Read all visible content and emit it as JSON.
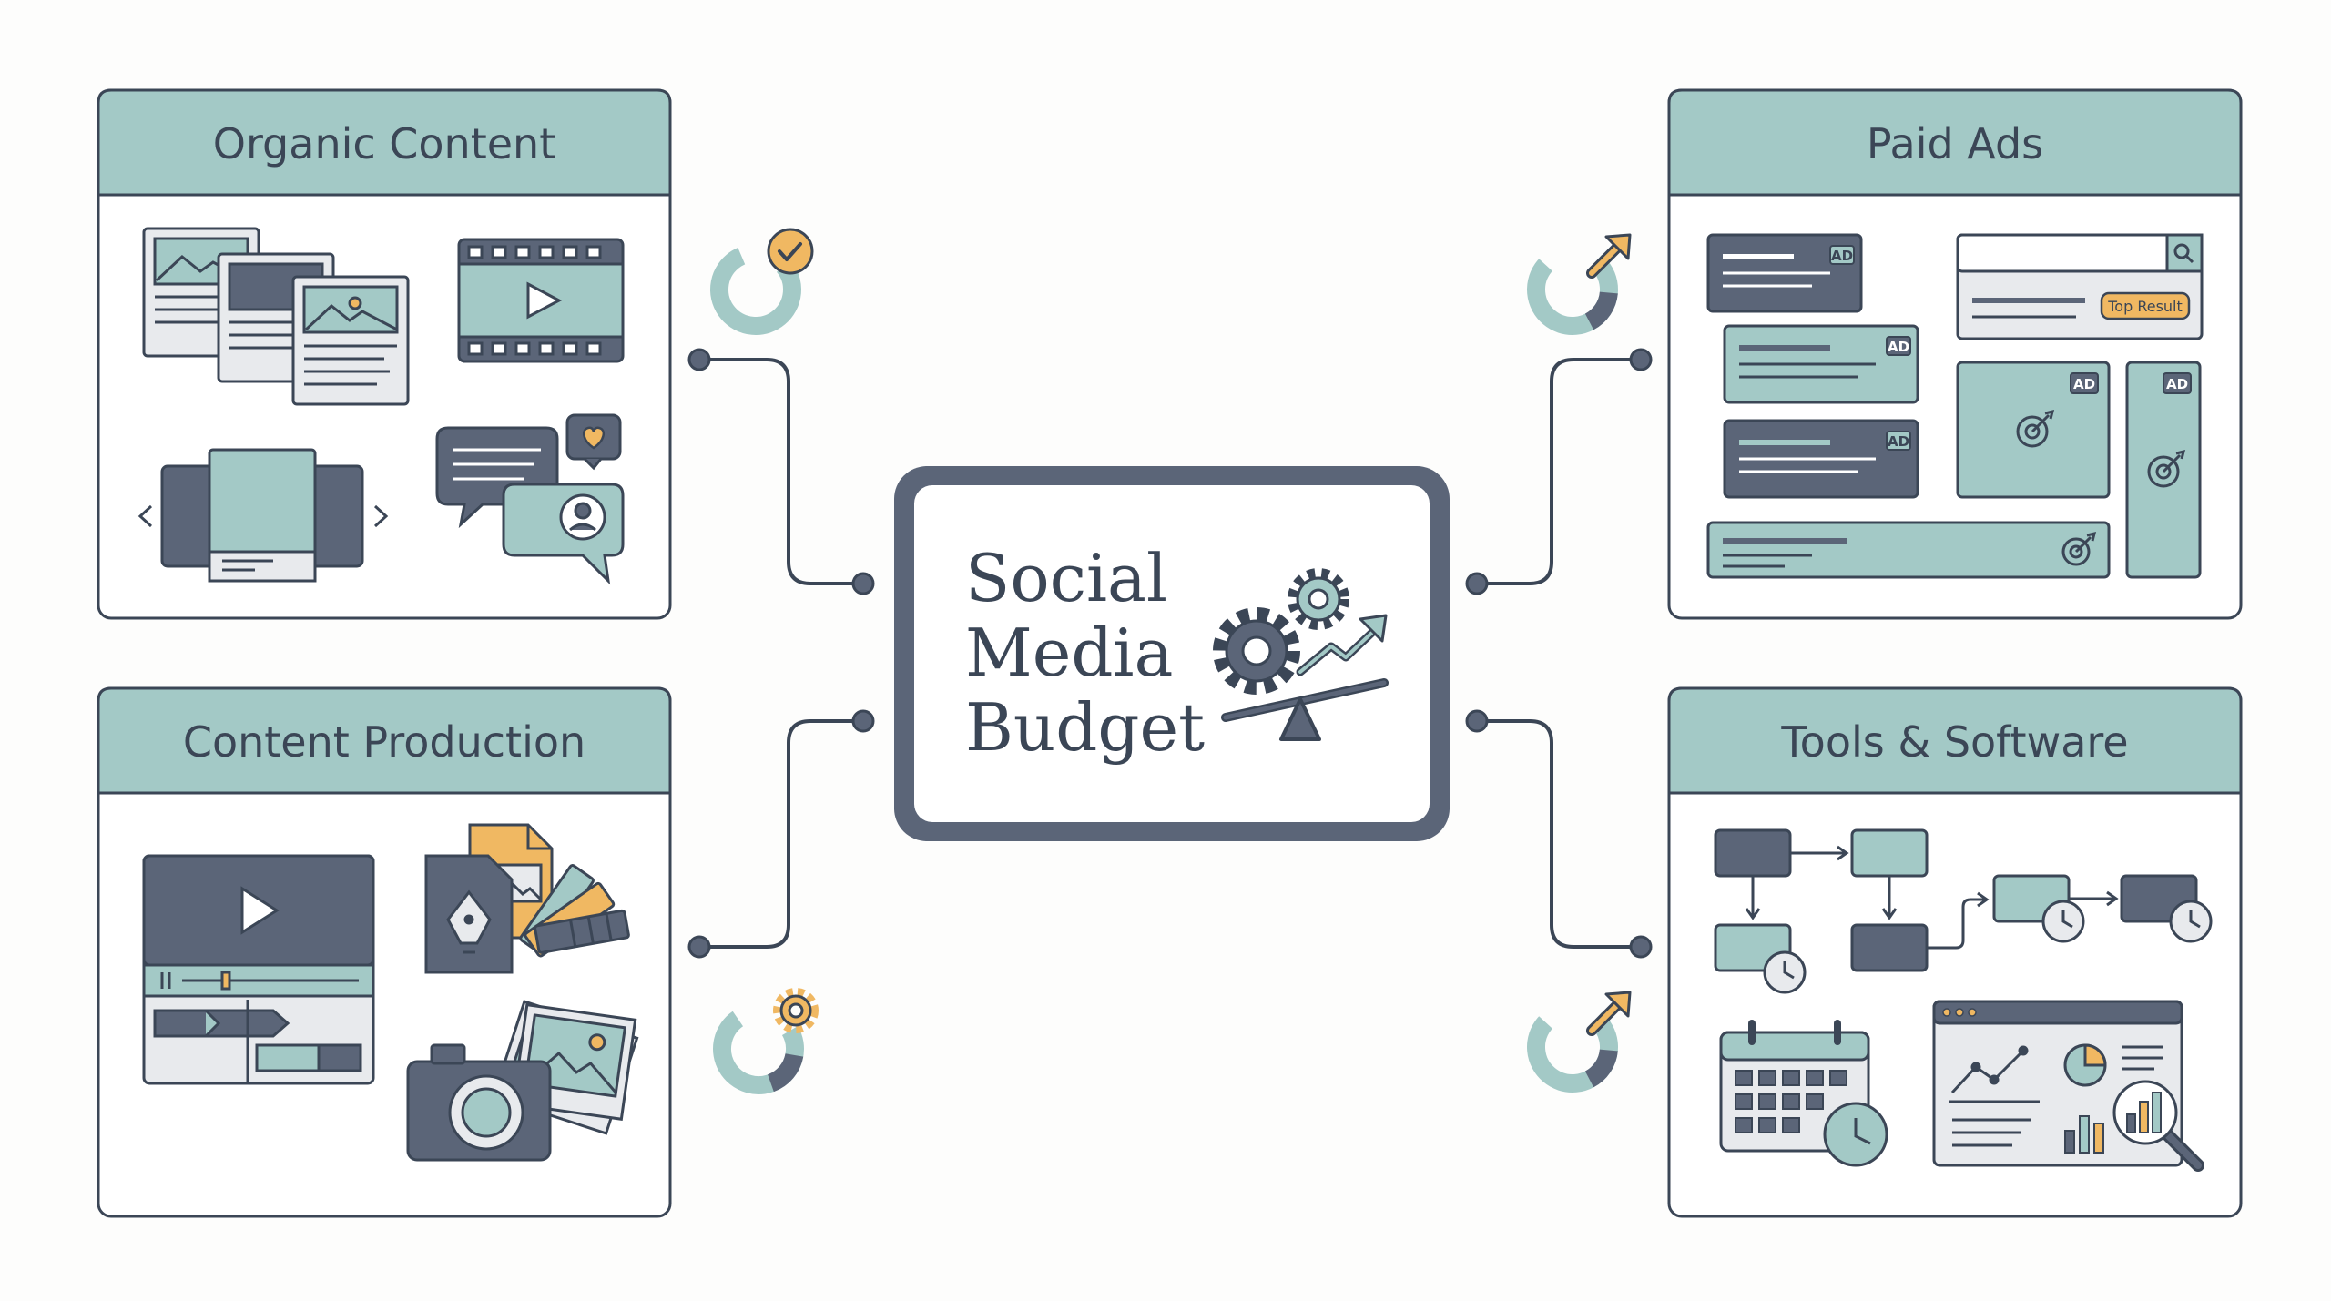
{
  "center": {
    "title_lines": [
      "Social",
      "Media",
      "Budget"
    ]
  },
  "panels": {
    "organic": {
      "title": "Organic Content"
    },
    "paid": {
      "title": "Paid Ads"
    },
    "production": {
      "title": "Content Production"
    },
    "tools": {
      "title": "Tools & Software"
    }
  },
  "paid_ads": {
    "ad_badge": "AD",
    "top_result_badge": "Top Result"
  },
  "icons": {
    "organic": "check-icon",
    "paid": "arrow-up-right-icon",
    "production": "gear-icon",
    "tools": "arrow-up-right-icon"
  },
  "colors": {
    "teal": "#a3c9c6",
    "slate": "#5b6578",
    "dark": "#3b4656",
    "gold": "#f0b862",
    "paper": "#ffffff"
  }
}
